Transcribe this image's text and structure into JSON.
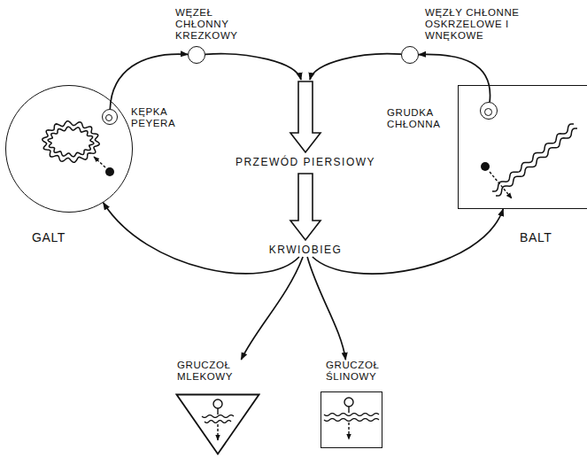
{
  "diagram": {
    "nodes": [
      {
        "text": [
          "WĘZEŁ CHŁONNY KREZKOWY"
        ]
      },
      {
        "text": [
          "WĘZŁY CHŁONNE OSKRZELOWE I WNĘKOWE"
        ]
      },
      {
        "text": [
          "GALT"
        ]
      },
      {
        "text": [
          "KĘPKA PEYERA"
        ],
        "in": 2
      },
      {
        "text": [
          "PRZEWÓD PIERSIOWY"
        ]
      },
      {
        "text": [
          "BALT"
        ]
      },
      {
        "text": [
          "GRUDKA CHŁONNA"
        ],
        "in": 5
      },
      {
        "text": [
          "KRWIOBIEG"
        ]
      },
      {
        "text": [
          "GRUCZOŁ MLEKOWY"
        ]
      },
      {
        "text": [
          "GRUCZOŁ ŚLINOWY"
        ]
      }
    ],
    "edges": [
      {
        "from": 3,
        "to": 0,
        "arrow": "to"
      },
      {
        "from": 0,
        "to": 4,
        "arrow": "to"
      },
      {
        "from": 6,
        "to": 1,
        "arrow": "to"
      },
      {
        "from": 1,
        "to": 4,
        "arrow": "to"
      },
      {
        "from": 4,
        "to": 7,
        "arrow": "to"
      },
      {
        "from": 7,
        "to": 2,
        "arrow": "to"
      },
      {
        "from": 7,
        "to": 5,
        "arrow": "to"
      },
      {
        "from": 7,
        "to": 8,
        "arrow": "to"
      },
      {
        "from": 7,
        "to": 9,
        "arrow": "to"
      }
    ]
  }
}
